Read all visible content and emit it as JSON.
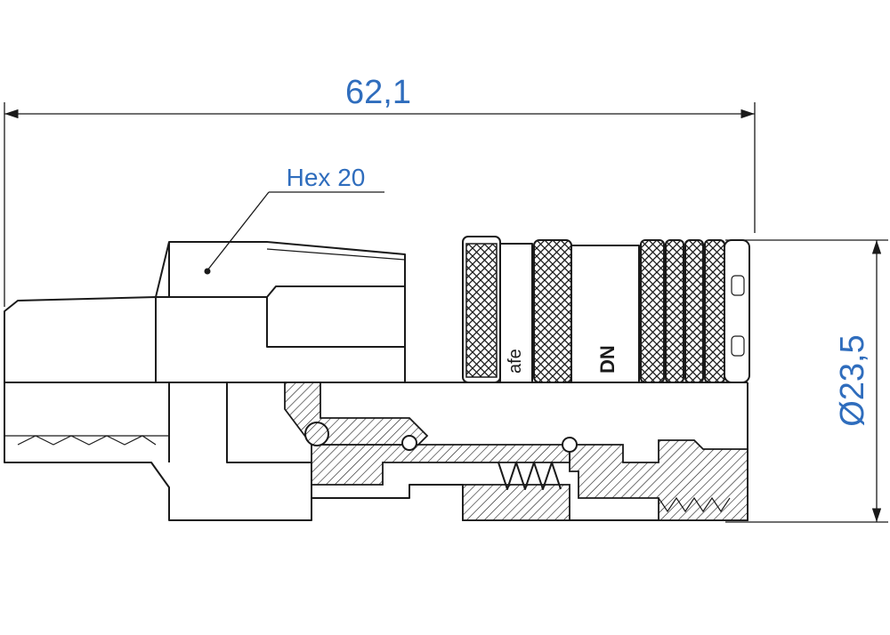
{
  "dimensions": {
    "overall_length": "62,1",
    "hex_label": "Hex 20",
    "diameter": "Ø23,5"
  },
  "colors": {
    "dimension_text": "#2f6dbd",
    "line": "#1a1a1a",
    "background": "#ffffff"
  }
}
